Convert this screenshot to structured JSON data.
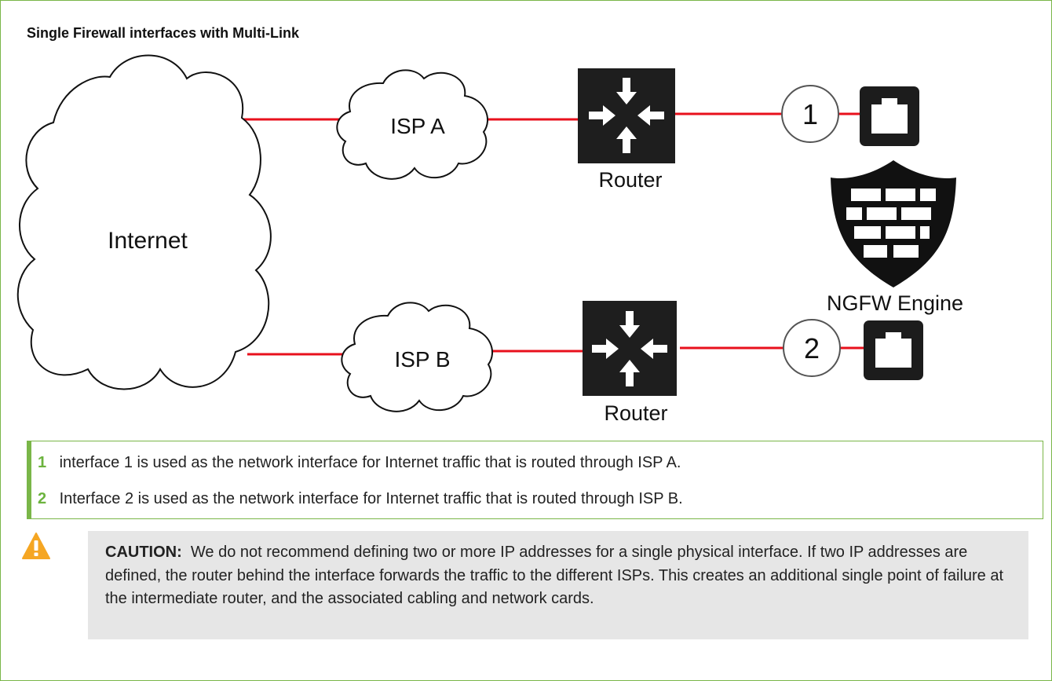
{
  "figure": {
    "title": "Single Firewall interfaces with Multi-Link"
  },
  "diagram": {
    "internet_label": "Internet",
    "isp_a_label": "ISP A",
    "isp_b_label": "ISP B",
    "router_top_label": "Router",
    "router_bottom_label": "Router",
    "interface_1_badge": "1",
    "interface_2_badge": "2",
    "engine_label": "NGFW Engine",
    "link_color": "#e8101c",
    "icons": [
      "cloud-icon",
      "router-icon",
      "ethernet-port-icon",
      "firewall-shield-icon"
    ]
  },
  "callouts": [
    {
      "number": "1",
      "text": "interface 1 is used as the network interface for Internet traffic that is routed through ISP A."
    },
    {
      "number": "2",
      "text": "Interface 2 is used as the network interface for Internet traffic that is routed through ISP B."
    }
  ],
  "caution": {
    "label": "CAUTION:",
    "text": "We do not recommend defining two or more IP addresses for a single physical interface. If two IP addresses are defined, the router behind the interface forwards the traffic to the different ISPs. This creates an additional single point of failure at the intermediate router, and the associated cabling and network cards.",
    "icon": "warning-icon",
    "icon_color": "#f5a623"
  },
  "colors": {
    "accent": "#7ab648",
    "callout_number": "#6cb33e",
    "caution_background": "#e6e6e6"
  }
}
